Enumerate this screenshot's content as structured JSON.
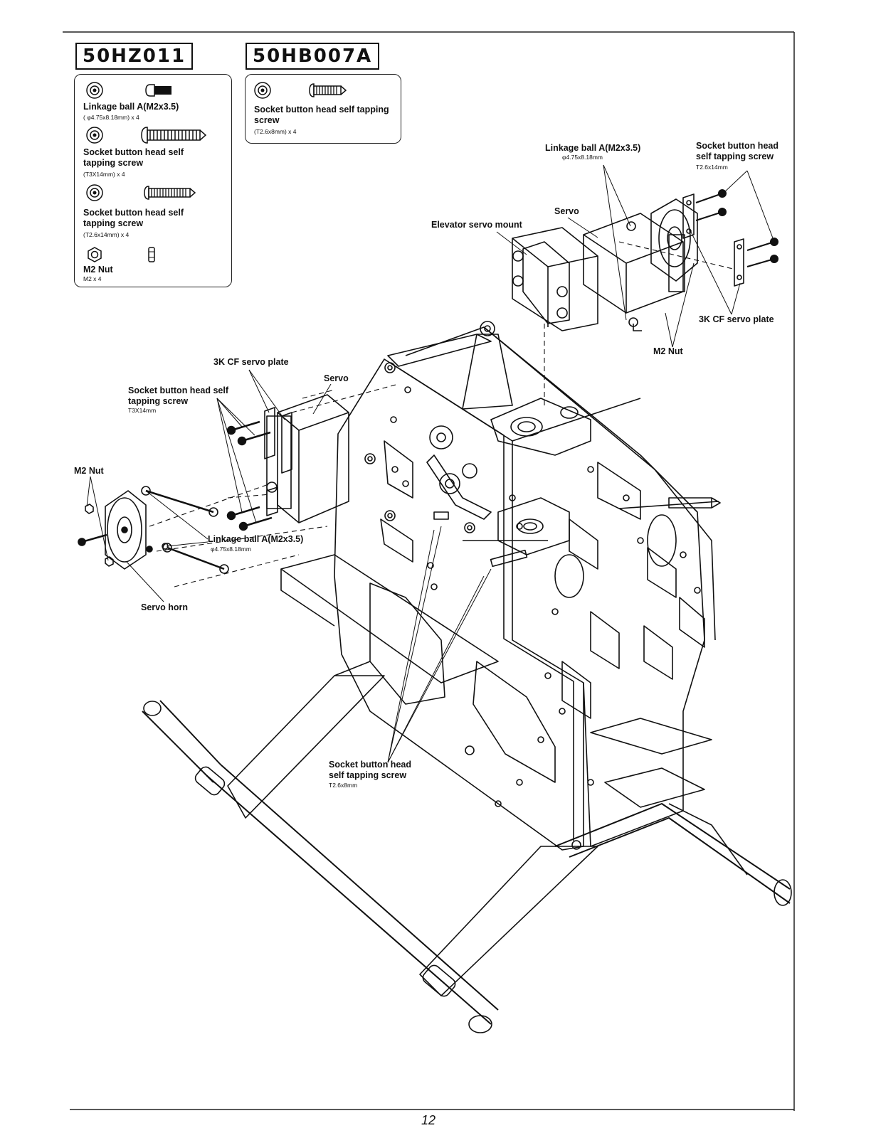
{
  "packages": [
    {
      "code": "50HZ011",
      "parts": [
        {
          "name": "Linkage ball A(M2x3.5)",
          "spec": "( φ4.75x8.18mm) x 4"
        },
        {
          "name": "Socket button head self tapping screw",
          "spec": "(T3X14mm) x 4"
        },
        {
          "name": "Socket button head self tapping screw",
          "spec": "(T2.6x14mm) x 4"
        },
        {
          "name": "M2 Nut",
          "spec": "M2 x 4"
        }
      ]
    },
    {
      "code": "50HB007A",
      "parts": [
        {
          "name": "Socket button head self tapping screw",
          "spec": "(T2.6x8mm) x 4"
        }
      ]
    }
  ],
  "callouts": {
    "elevator_servo_mount": "Elevator servo mount",
    "servo_right": "Servo",
    "linkage_ball_right": "Linkage ball A(M2x3.5)",
    "linkage_ball_right_spec": "φ4.75x8.18mm",
    "screw_right": "Socket button head self tapping screw",
    "screw_right_spec": "T2.6x14mm",
    "cf_plate_right": "3K CF servo plate",
    "m2nut_right": "M2 Nut",
    "cf_plate_left": "3K CF servo plate",
    "servo_left": "Servo",
    "screw_left": "Socket button head self tapping screw",
    "screw_left_spec": "T3X14mm",
    "m2nut_left": "M2 Nut",
    "linkage_ball_left": "Linkage ball A(M2x3.5)",
    "linkage_ball_left_spec": "φ4.75x8.18mm",
    "servo_horn": "Servo horn",
    "screw_bottom": "Socket button head self tapping screw",
    "screw_bottom_spec": "T2.6x8mm"
  },
  "page_number": "12",
  "icons": [
    "linkage-ball-icon",
    "screw-icon",
    "nut-icon",
    "servo-icon",
    "frame-icon"
  ]
}
